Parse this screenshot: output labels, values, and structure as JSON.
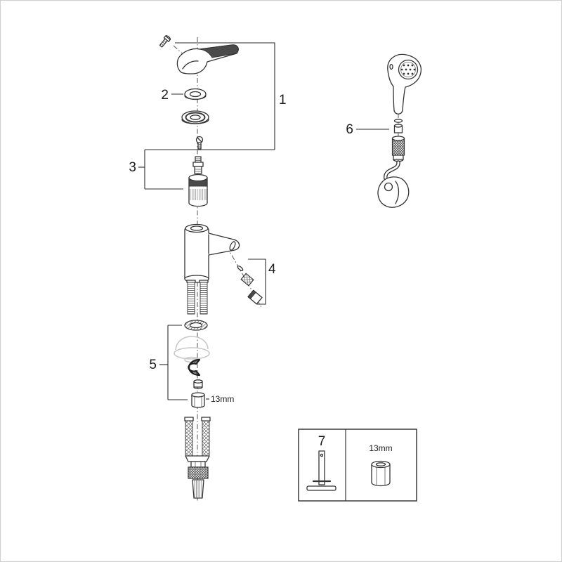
{
  "colors": {
    "background": "#ffffff",
    "line": "#333333",
    "dark_fill": "#4a4a4a",
    "ghost": "#c8c8c8",
    "page_border": "#cfcfcf"
  },
  "callouts": {
    "n1": "1",
    "n2": "2",
    "n3": "3",
    "n4": "4",
    "n5": "5",
    "n6": "6",
    "n7": "7"
  },
  "labels": {
    "nut_size": "13mm",
    "box_nut_size": "13mm"
  }
}
